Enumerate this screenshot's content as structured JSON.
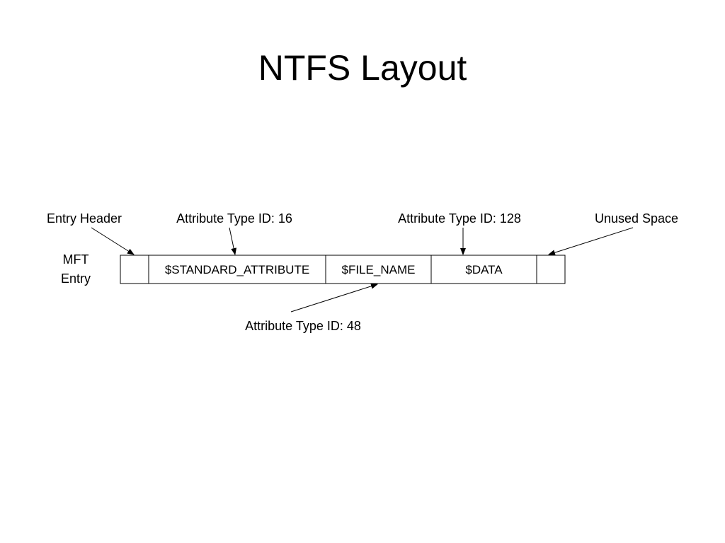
{
  "title": "NTFS Layout",
  "row_label": {
    "line1": "MFT",
    "line2": "Entry"
  },
  "cells": [
    {
      "text": ""
    },
    {
      "text": "$STANDARD_ATTRIBUTE"
    },
    {
      "text": "$FILE_NAME"
    },
    {
      "text": "$DATA"
    },
    {
      "text": ""
    }
  ],
  "callouts": {
    "entry_header": "Entry Header",
    "type_16": "Attribute Type ID: 16",
    "type_128": "Attribute Type ID: 128",
    "unused_space": "Unused Space",
    "type_48": "Attribute Type ID: 48"
  },
  "colors": {
    "stroke": "#000000",
    "text": "#000000",
    "background": "#ffffff"
  }
}
